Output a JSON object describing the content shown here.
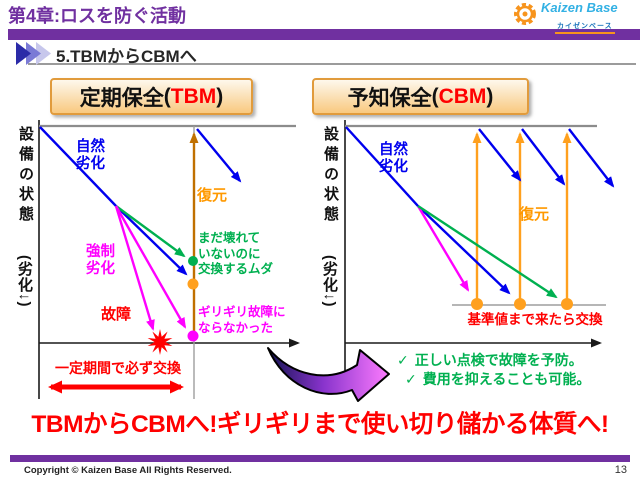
{
  "palette": {
    "header_purple": "#7030A0",
    "accent_red": "#FF0000",
    "arrow_blue": "#0000EE",
    "arrow_green": "#00B050",
    "arrow_magenta": "#FF00FF",
    "dot_orange": "#FFA01E",
    "restore_brown_orange": "#C07000",
    "title_box_border": "#E19B3C",
    "logo_blue": "#33B1E4",
    "logo_orange": "#F7941D"
  },
  "header": {
    "chapter_title": "第4章:ロスを防ぐ活動",
    "section_title": "5.TBMからCBMへ"
  },
  "logo": {
    "name": "Kaizen Base",
    "subtitle": "カイゼンベース"
  },
  "left_chart": {
    "title_main": "定期保全",
    "title_open": "(",
    "title_code": "TBM",
    "title_close": ")",
    "y_axis_label": "設備の状態",
    "y_axis_sub": "(劣化↓)",
    "natural_deterioration": "自然\n 劣化",
    "restore": "復元",
    "waste_note": "まだ壊れて\nいないのに\n交換するムダ",
    "forced_deterioration": "強制\n 劣化",
    "failure": "故障",
    "barely_note": "ギリギリ故障に\nならなかった",
    "bottom_note": "一定期間で必ず交換"
  },
  "right_chart": {
    "title_main": "予知保全",
    "title_open": "(",
    "title_code": "CBM",
    "title_close": ")",
    "y_axis_label": "設備の状態",
    "y_axis_sub": "(劣化↓)",
    "natural_deterioration": "自然\n 劣化",
    "restore": "復元",
    "threshold_note": "基準値まで来たら交換",
    "check_mark": "✓",
    "checks": [
      "正しい点検で故障を予防。",
      "費用を抑えることも可能。"
    ]
  },
  "bottom_message": "TBMからCBMへ!ギリギリまで使い切り儲かる体質へ!",
  "footer": {
    "copyright": "Copyright © Kaizen Base All Rights Reserved.",
    "page_number": "13"
  }
}
